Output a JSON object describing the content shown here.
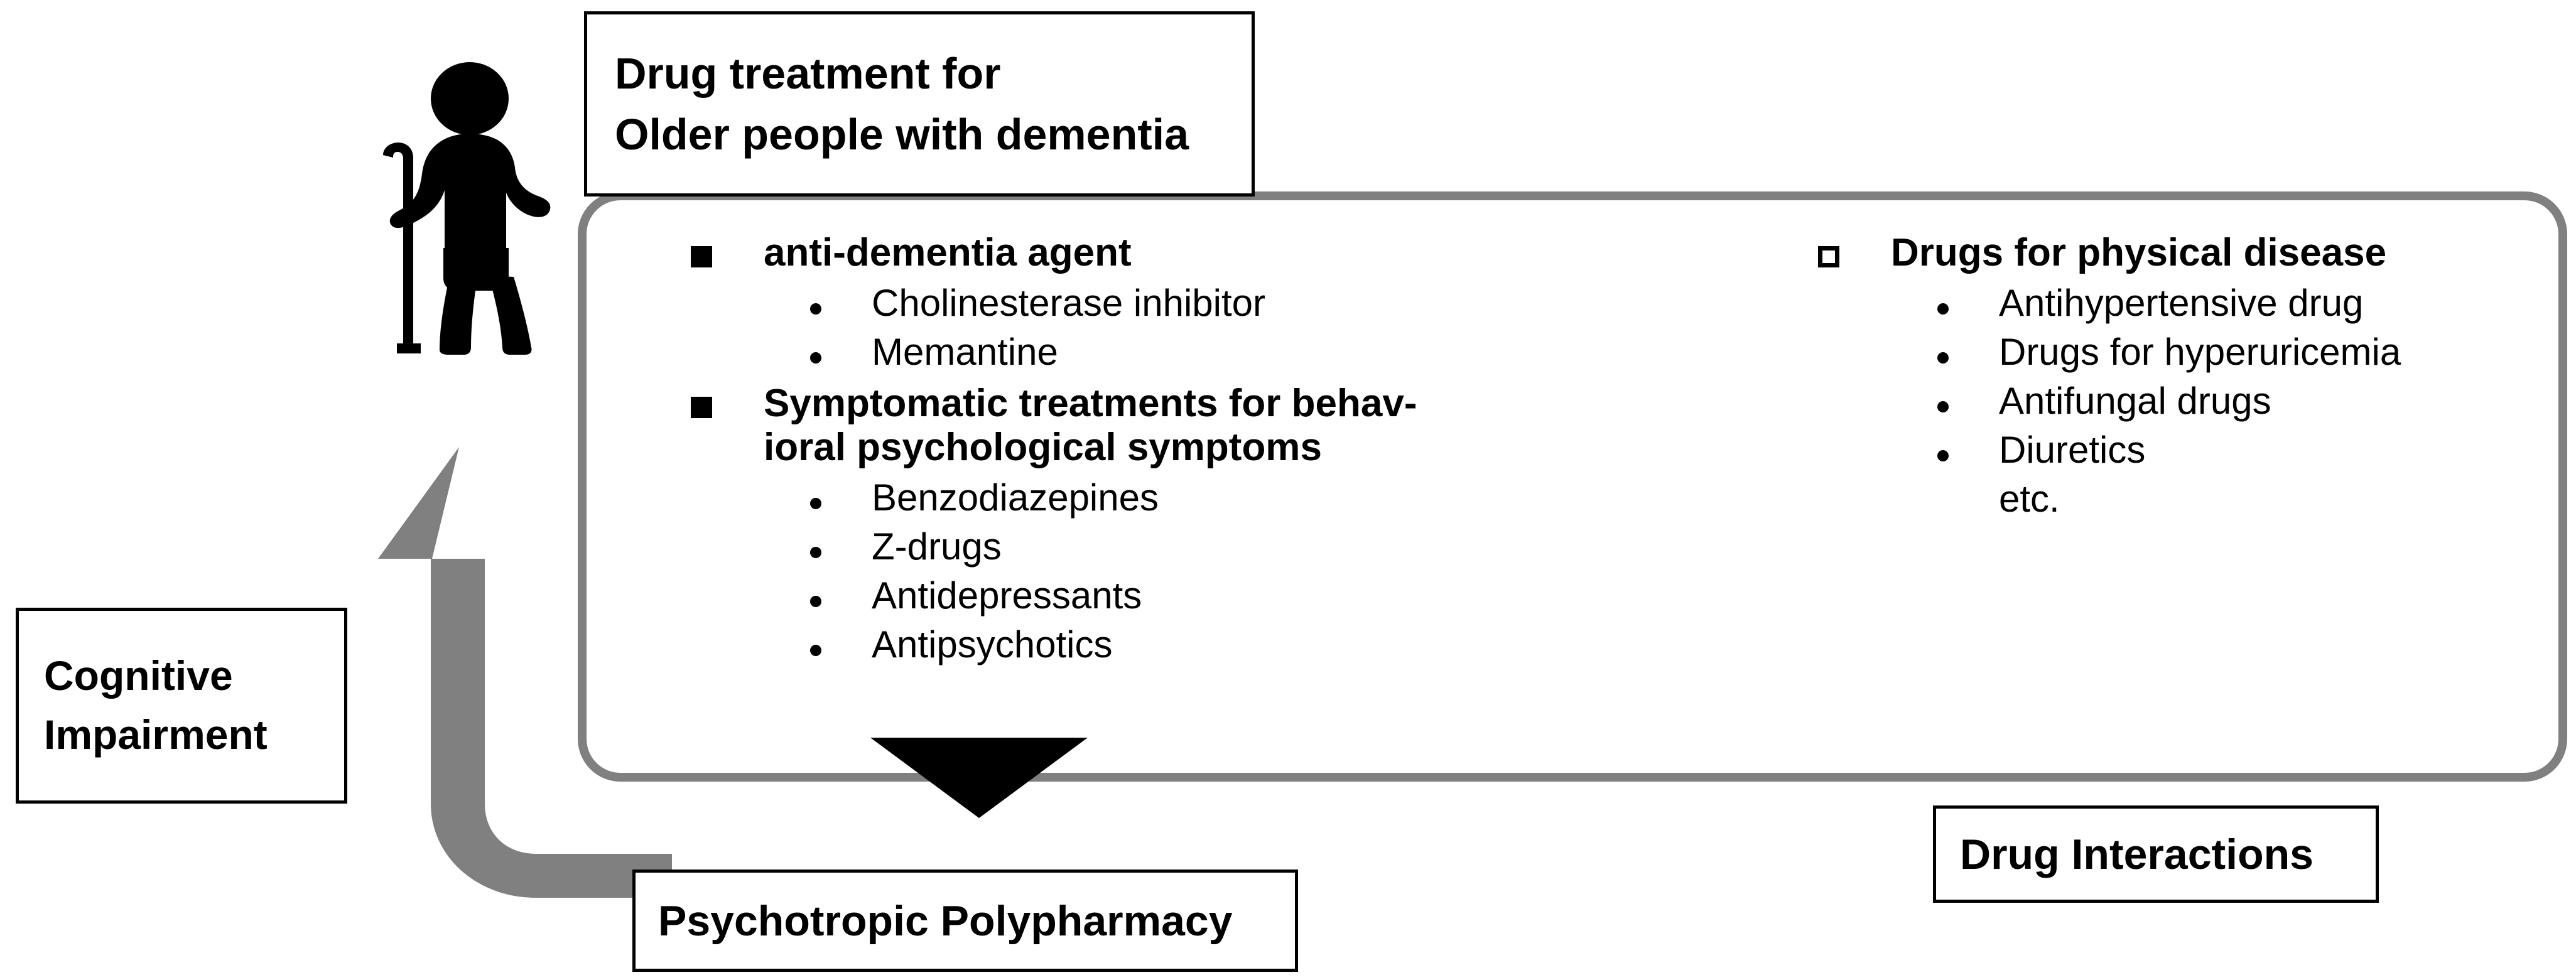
{
  "title_box": {
    "line1": "Drug treatment for",
    "line2": "Older people with dementia"
  },
  "cognitive_box": {
    "line1": "Cognitive",
    "line2": "Impairment"
  },
  "polypharmacy_box": {
    "label": "Psychotropic Polypharmacy"
  },
  "interactions_box": {
    "label": "Drug Interactions"
  },
  "left_column": {
    "groups": [
      {
        "bullet": "filled-square",
        "heading": "anti-dementia agent",
        "items": [
          "Cholinesterase inhibitor",
          "Memantine"
        ]
      },
      {
        "bullet": "filled-square",
        "heading_line1": "Symptomatic treatments for behav-",
        "heading_line2": "ioral psychological symptoms",
        "items": [
          "Benzodiazepines",
          "Z-drugs",
          "Antidepressants",
          "Antipsychotics"
        ]
      }
    ]
  },
  "right_column": {
    "groups": [
      {
        "bullet": "hollow-square",
        "heading": "Drugs for physical disease",
        "items": [
          "Antihypertensive drug",
          "Drugs for hyperuricemia",
          "Antifungal drugs",
          "Diuretics"
        ],
        "trailing": "etc."
      }
    ]
  },
  "icons": {
    "person": "elderly-person-with-cane-icon",
    "feedback_arrow": "gray-u-turn-arrow-icon",
    "down_arrow": "black-down-triangle-icon"
  },
  "colors": {
    "panel_border": "#808080",
    "arrow_gray": "#808080",
    "box_border": "#000000",
    "text": "#000000",
    "background": "#ffffff"
  }
}
